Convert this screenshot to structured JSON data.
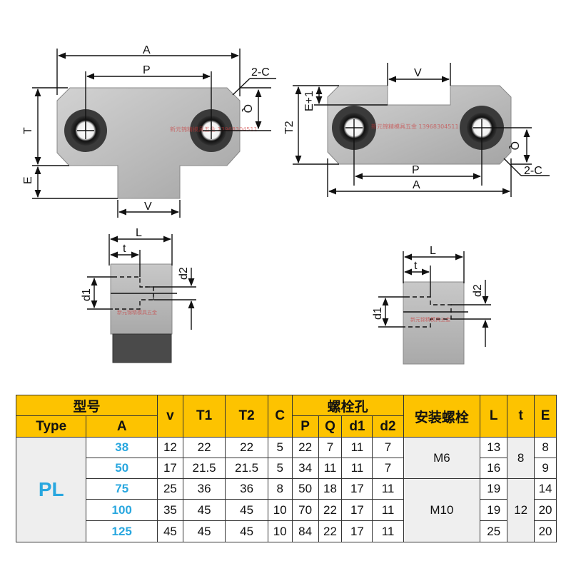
{
  "drawing": {
    "labels": {
      "A": "A",
      "P": "P",
      "T": "T",
      "E": "E",
      "V": "V",
      "C": "2-C",
      "Q": "Q",
      "T2": "T2",
      "E1": "E+1",
      "L": "L",
      "t": "t",
      "d1": "d1",
      "d2": "d2"
    },
    "watermark": "新元锦精模具五金 13968304511"
  },
  "table": {
    "headers": {
      "model": "型号",
      "type": "Type",
      "a": "A",
      "v": "v",
      "t1": "T1",
      "t2": "T2",
      "c": "C",
      "bolt_hole": "螺栓孔",
      "p": "P",
      "q": "Q",
      "d1": "d1",
      "d2": "d2",
      "mount_bolt": "安装螺栓",
      "l": "L",
      "t": "t",
      "e": "E"
    },
    "type_value": "PL",
    "bolts": [
      "M6",
      "M10"
    ],
    "t_values": [
      "8",
      "12"
    ],
    "rows": [
      {
        "a": "38",
        "v": "12",
        "t1": "22",
        "t2": "22",
        "c": "5",
        "p": "22",
        "q": "7",
        "d1": "11",
        "d2": "7",
        "l": "13",
        "e": "8"
      },
      {
        "a": "50",
        "v": "17",
        "t1": "21.5",
        "t2": "21.5",
        "c": "5",
        "p": "34",
        "q": "11",
        "d1": "11",
        "d2": "7",
        "l": "16",
        "e": "9"
      },
      {
        "a": "75",
        "v": "25",
        "t1": "36",
        "t2": "36",
        "c": "8",
        "p": "50",
        "q": "18",
        "d1": "17",
        "d2": "11",
        "l": "19",
        "e": "14"
      },
      {
        "a": "100",
        "v": "35",
        "t1": "45",
        "t2": "45",
        "c": "10",
        "p": "70",
        "q": "22",
        "d1": "17",
        "d2": "11",
        "l": "19",
        "e": "20"
      },
      {
        "a": "125",
        "v": "45",
        "t1": "45",
        "t2": "45",
        "c": "10",
        "p": "84",
        "q": "22",
        "d1": "17",
        "d2": "11",
        "l": "25",
        "e": "20"
      }
    ]
  }
}
